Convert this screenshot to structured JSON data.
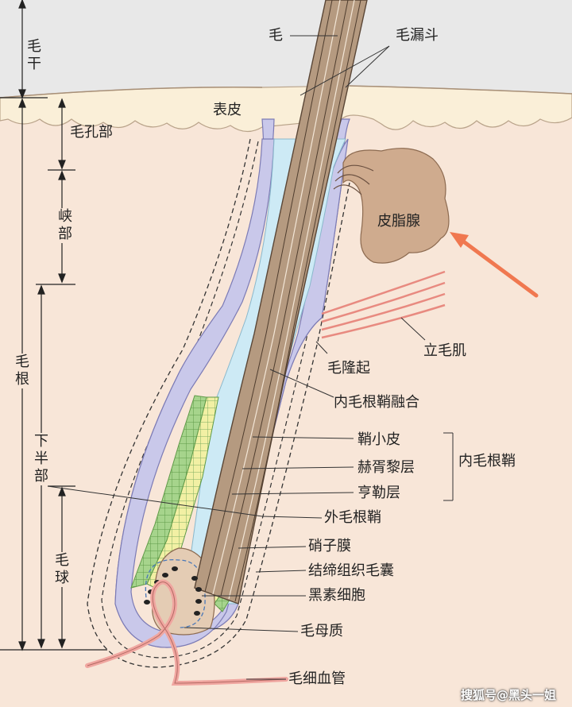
{
  "labels": {
    "mao": "毛",
    "mao_lou_dou": "毛漏斗",
    "biao_pi": "表皮",
    "mao_kong_bu": "毛孔部",
    "pi_zhi_xian": "皮脂腺",
    "li_mao_ji": "立毛肌",
    "mao_long_qi": "毛隆起",
    "nei_mao_gen_qiao_rong_he": "内毛根鞘融合",
    "qiao_xiao_pi": "鞘小皮",
    "he_xu_li_ceng": "赫胥黎层",
    "heng_le_ceng": "亨勒层",
    "nei_mao_gen_qiao": "内毛根鞘",
    "wai_mao_gen_qiao": "外毛根鞘",
    "shao_zi_mo": "硝子膜",
    "jie_di_zu_zhi_mao_nang": "结缔组织毛囊",
    "hei_su_xi_bao": "黑素细胞",
    "mao_mu_zhi": "毛母质",
    "mao_xi_xue_guan": "毛细血管"
  },
  "side_labels": {
    "mao_gan": "毛干",
    "xia_bu": "峡部",
    "mao_gen": "毛根",
    "xia_ban_bu": "下半部",
    "mao_qiu": "毛球"
  },
  "watermark": "搜狐号@黑头一姐",
  "colors": {
    "sky": "#e8e8e8",
    "epidermis": "#faefd8",
    "dermis": "#f8e6d8",
    "outer_sheath": "#c9c8ea",
    "inner_sheath": "#cdeaf5",
    "gland": "#cfab8e",
    "bulb": "#e4ccb4",
    "layer_yellow": "#f2f0a4",
    "layer_green": "#a6d48c",
    "muscle": "#e88a80",
    "capillary": "#f0a6a0",
    "arrow": "#f07850",
    "hair": "#9c8068"
  }
}
